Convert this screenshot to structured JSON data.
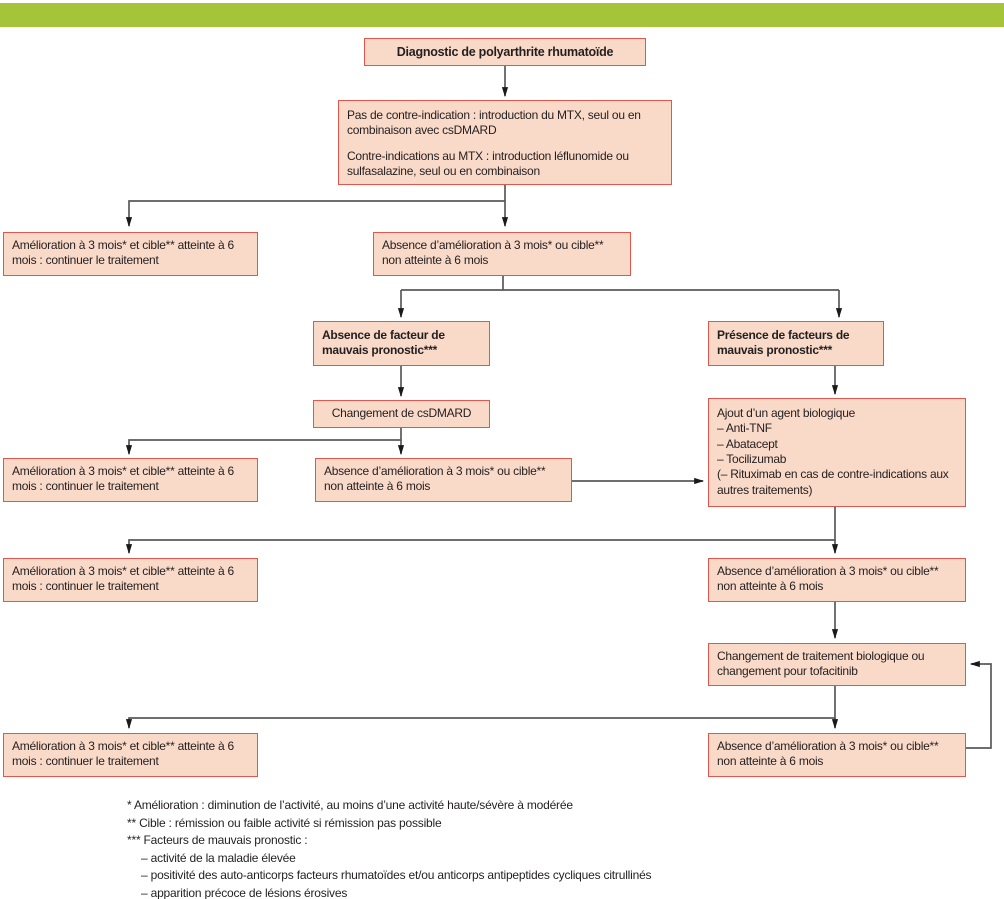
{
  "nodes": {
    "diagnosis": "Diagnostic de polyarthrite rhumatoïde",
    "intro_p1": "Pas de contre-indication : introduction du MTX, seul ou en combinaison avec csDMARD",
    "intro_p2": "Contre-indications au MTX : introduction léflunomide ou sulfasalazine, seul ou en combinaison",
    "improvement": "Amélioration à 3 mois* et cible** atteinte à 6 mois : continuer le traitement",
    "no_improvement": "Absence d’amélioration à 3 mois* ou cible** non atteinte à 6 mois",
    "no_poor_prognosis": "Absence de facteur de mauvais pronostic***",
    "poor_prognosis": "Présence de facteurs de mauvais pronostic***",
    "change_csdmard": "Changement de csDMARD",
    "biologic_title": "Ajout d’un agent biologique",
    "biologic_options": [
      "– Anti-TNF",
      "– Abatacept",
      "– Tocilizumab",
      "(– Rituximab en cas de contre-indications aux autres traitements)"
    ],
    "change_biologic": "Changement de traitement biologique ou changement pour tofacitinib"
  },
  "footnotes": [
    "* Amélioration : diminution de l’activité, au moins d’une activité haute/sévère à modérée",
    "** Cible : rémission ou faible activité si rémission pas possible",
    "*** Facteurs de mauvais pronostic :",
    "–  activité de la maladie élevée",
    "–  positivité des auto-anticorps facteurs rhumatoïdes et/ou anticorps antipeptides cycliques citrullinés",
    "–  apparition précoce de lésions érosives"
  ],
  "colors": {
    "header_bar": "#a6c43a",
    "box_fill": "#f9d9c8",
    "box_border": "#e2574d",
    "line": "#58595b",
    "arrow": "#1a1a1a",
    "text": "#231f20"
  }
}
